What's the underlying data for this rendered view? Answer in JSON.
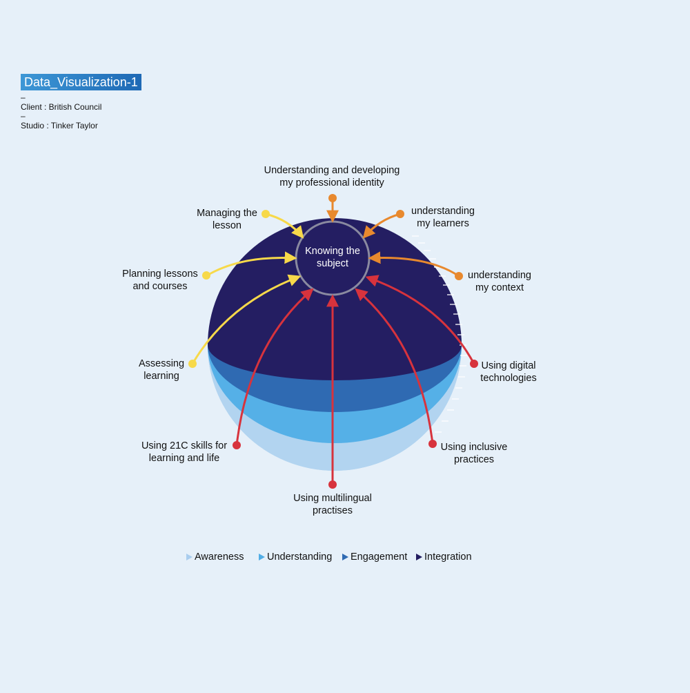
{
  "header": {
    "title": "Data_Visualization-1",
    "dash": "–",
    "client": "Client : British Council",
    "studio": "Studio : Tinker Taylor"
  },
  "center": {
    "label_line1": "Knowing the",
    "label_line2": "subject"
  },
  "labels": {
    "professional_identity": {
      "line1": "Understanding and developing",
      "line2": "my professional identity"
    },
    "learners": {
      "line1": "understanding",
      "line2": "my learners"
    },
    "context": {
      "line1": "understanding",
      "line2": "my context"
    },
    "managing": {
      "line1": "Managing the",
      "line2": "lesson"
    },
    "planning": {
      "line1": "Planning lessons",
      "line2": "and courses"
    },
    "assessing": {
      "line1": "Assessing",
      "line2": "learning"
    },
    "digital": {
      "line1": "Using digital",
      "line2": "technologies"
    },
    "skills21c": {
      "line1": "Using 21C skills for",
      "line2": "learning and life"
    },
    "inclusive": {
      "line1": "Using inclusive",
      "line2": "practices"
    },
    "multilingual": {
      "line1": "Using multilingual",
      "line2": "practises"
    }
  },
  "legend": [
    {
      "label": "Awareness",
      "color": "#a9cdee"
    },
    {
      "label": "Understanding",
      "color": "#52aee6"
    },
    {
      "label": "Engagement",
      "color": "#2f6ab2"
    },
    {
      "label": "Integration",
      "color": "#231d60"
    }
  ],
  "colors": {
    "background": "#e6f0f9",
    "awareness": "#b2d4f0",
    "understanding": "#55b0e7",
    "engagement": "#2f6ab2",
    "integration": "#241e62",
    "center_ring": "#8a8aa0",
    "yellow": "#f7d94a",
    "orange": "#e8892e",
    "red": "#d7333d"
  },
  "icons": {
    "legend_marker": "triangle-right-icon",
    "endpoint": "circle-dot-icon",
    "arrowhead": "arrow-head-icon"
  }
}
